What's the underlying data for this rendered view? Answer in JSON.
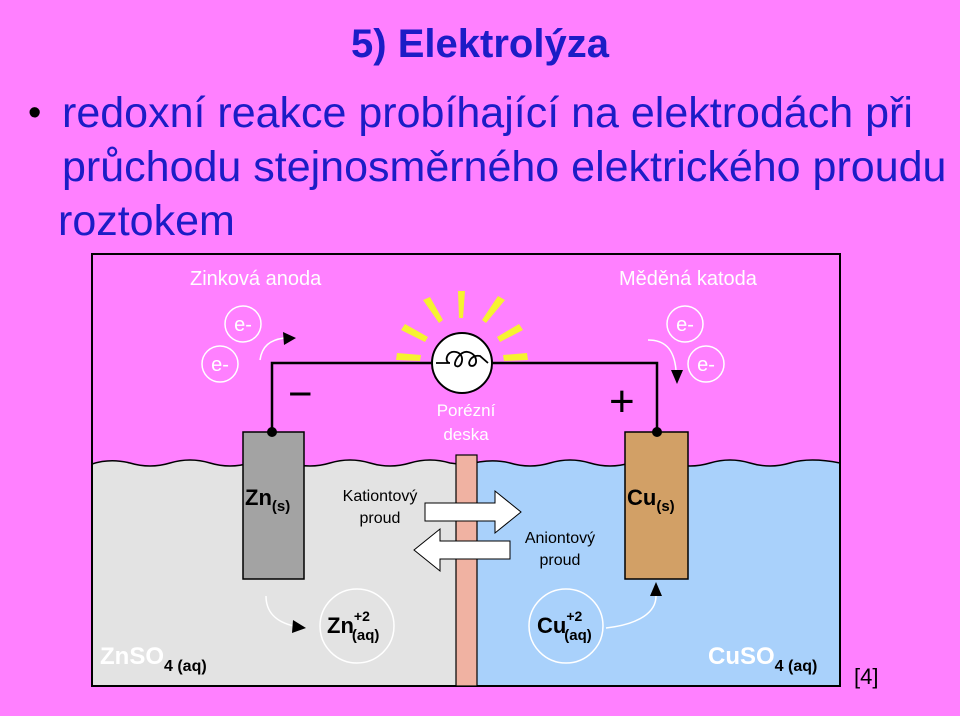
{
  "slide": {
    "title": "5) Elektrolýza",
    "bullet_lines": [
      "redoxní reakce probíhající na elektrodách při",
      "průchodu stejnosměrného elektrického proudu",
      "roztokem"
    ],
    "reference": "[4]"
  },
  "diagram": {
    "anode_label": "Zinková anoda",
    "cathode_label": "Měděná katoda",
    "electron_label": "e-",
    "minus_sign": "−",
    "plus_sign": "+",
    "porous_plate_line1": "Porézní",
    "porous_plate_line2": "deska",
    "zn_electrode_main": "Zn",
    "zn_electrode_sub": "(s)",
    "cu_electrode_main": "Cu",
    "cu_electrode_sub": "(s)",
    "cation_flow_line1": "Kationtový",
    "cation_flow_line2": "proud",
    "anion_flow_line1": "Aniontový",
    "anion_flow_line2": "proud",
    "zn_ion_main": "Zn",
    "zn_ion_sup": "+2",
    "zn_ion_sub": "(aq)",
    "cu_ion_main": "Cu",
    "cu_ion_sup": "+2",
    "cu_ion_sub": "(aq)",
    "left_solution_main": "ZnSO",
    "left_solution_sub": "4 (aq)",
    "right_solution_main": "CuSO",
    "right_solution_sub": "4 (aq)",
    "colors": {
      "background": "#ff80ff",
      "left_solution": "#e3e3e3",
      "right_solution": "#a9d1fb",
      "zinc_electrode": "#a3a3a3",
      "copper_electrode": "#d2a066",
      "porous_plate": "#f0b2a2",
      "title_text": "#1c1cc6",
      "rays": "#f6f230"
    }
  }
}
